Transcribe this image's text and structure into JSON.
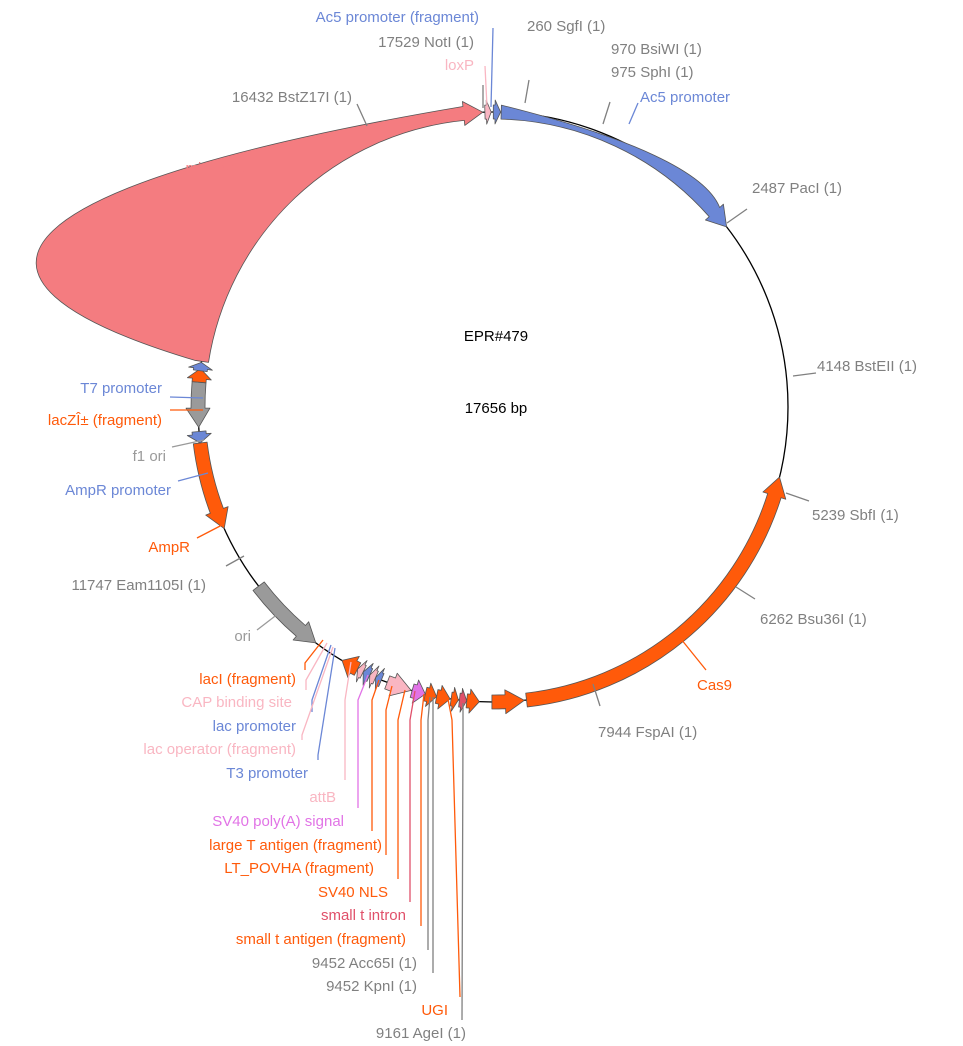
{
  "plasmid": {
    "name": "EPR#479",
    "size_label": "17656 bp",
    "total_bp": 17656
  },
  "colors": {
    "site": "#808080",
    "promoter": "#6b87d6",
    "orange": "#ff5a0a",
    "pink": "#f47c80",
    "lightpink": "#f9b6c2",
    "gray": "#9a9a9a",
    "violet": "#e173e6",
    "red": "#e0506a",
    "backbone": "#000000"
  },
  "features": [
    {
      "name": "Ac5 promoter",
      "start": 0,
      "end": 2490,
      "color": "#6b87d6",
      "dir": 1
    },
    {
      "name": "Cas9",
      "start": 5010,
      "end": 8430,
      "color": "#ff5a0a",
      "dir": -1
    },
    {
      "name": "UGI",
      "start": 8450,
      "end": 8760,
      "color": "#ff5a0a",
      "dir": -1
    },
    {
      "name": "small t antigen",
      "start": 8880,
      "end": 9000,
      "color": "#ff5a0a",
      "dir": -1
    },
    {
      "name": "small t intron",
      "start": 9000,
      "end": 9070,
      "color": "#e0506a",
      "dir": -1
    },
    {
      "name": "SV40 NLS",
      "start": 9080,
      "end": 9150,
      "color": "#ff5a0a",
      "dir": -1
    },
    {
      "name": "LT_POVHA",
      "start": 9160,
      "end": 9290,
      "color": "#ff5a0a",
      "dir": -1
    },
    {
      "name": "large T antigen",
      "start": 9290,
      "end": 9400,
      "color": "#ff5a0a",
      "dir": -1
    },
    {
      "name": "SV40 poly(A) signal",
      "start": 9400,
      "end": 9530,
      "color": "#e173e6",
      "dir": -1
    },
    {
      "name": "attB",
      "start": 9540,
      "end": 9780,
      "color": "#f9b6c2",
      "dir": -1
    },
    {
      "name": "T3 promoter",
      "start": 9840,
      "end": 9900,
      "color": "#6b87d6",
      "dir": 1
    },
    {
      "name": "lac operator",
      "start": 9900,
      "end": 9960,
      "color": "#f9b6c2",
      "dir": 1
    },
    {
      "name": "lac promoter",
      "start": 9960,
      "end": 10030,
      "color": "#6b87d6",
      "dir": 1
    },
    {
      "name": "CAP binding site",
      "start": 10030,
      "end": 10090,
      "color": "#f9b6c2",
      "dir": 1
    },
    {
      "name": "lacI",
      "start": 10090,
      "end": 10260,
      "color": "#ff5a0a",
      "dir": 1
    },
    {
      "name": "ori",
      "start": 10560,
      "end": 11330,
      "color": "#9a9a9a",
      "dir": -1
    },
    {
      "name": "AmpR",
      "start": 11970,
      "end": 12820,
      "color": "#ff5a0a",
      "dir": -1
    },
    {
      "name": "AmpR promoter",
      "start": 12820,
      "end": 12930,
      "color": "#6b87d6",
      "dir": -1
    },
    {
      "name": "f1 ori",
      "start": 12970,
      "end": 13400,
      "color": "#9a9a9a",
      "dir": -1
    },
    {
      "name": "lacZ",
      "start": 13400,
      "end": 13530,
      "color": "#ff5a0a",
      "dir": 1
    },
    {
      "name": "T7 promoter",
      "start": 13510,
      "end": 13590,
      "color": "#6b87d6",
      "dir": 1
    },
    {
      "name": "mini-white",
      "start": 13600,
      "end": 17480,
      "color": "#f47c80",
      "dir": 1
    },
    {
      "name": "loxP",
      "start": 17500,
      "end": 17560,
      "color": "#f9b6c2",
      "dir": 1
    },
    {
      "name": "Ac5 promoter (fragment)",
      "start": 17580,
      "end": 17650,
      "color": "#6b87d6",
      "dir": 1
    }
  ],
  "labels": {
    "ac5_frag": "Ac5 promoter (fragment)",
    "notI": "17529 NotI (1)",
    "loxP": "loxP",
    "bstz17I": "16432 BstZ17I (1)",
    "sgfI": "260 SgfI (1)",
    "bsiWI": "970 BsiWI (1)",
    "sphI": "975 SphI (1)",
    "ac5": "Ac5 promoter",
    "pacI": "2487 PacI (1)",
    "miniwhite": "mini-white",
    "bsteII": "4148 BstEII (1)",
    "t7": "T7 promoter",
    "lacz": "lacZÎ± (fragment)",
    "f1ori": "f1 ori",
    "amprprom": "AmpR promoter",
    "sbfI": "5239 SbfI (1)",
    "ampr": "AmpR",
    "eam": "11747 Eam1105I (1)",
    "bsu36I": "6262 Bsu36I (1)",
    "ori": "ori",
    "cas9": "Cas9",
    "laci": "lacI (fragment)",
    "cap": "CAP binding site",
    "lacprom": "lac promoter",
    "lacop": "lac operator (fragment)",
    "t3": "T3 promoter",
    "fspAI": "7944 FspAI (1)",
    "attb": "attB",
    "sv40pa": "SV40 poly(A) signal",
    "larget": "large T antigen (fragment)",
    "ltpovha": "LT_POVHA (fragment)",
    "sv40nls": "SV40 NLS",
    "smalltintron": "small t intron",
    "smalltantigen": "small t antigen (fragment)",
    "acc65I": "9452 Acc65I (1)",
    "kpnI": "9452 KpnI (1)",
    "ugi": "UGI",
    "ageI": "9161 AgeI (1)"
  }
}
